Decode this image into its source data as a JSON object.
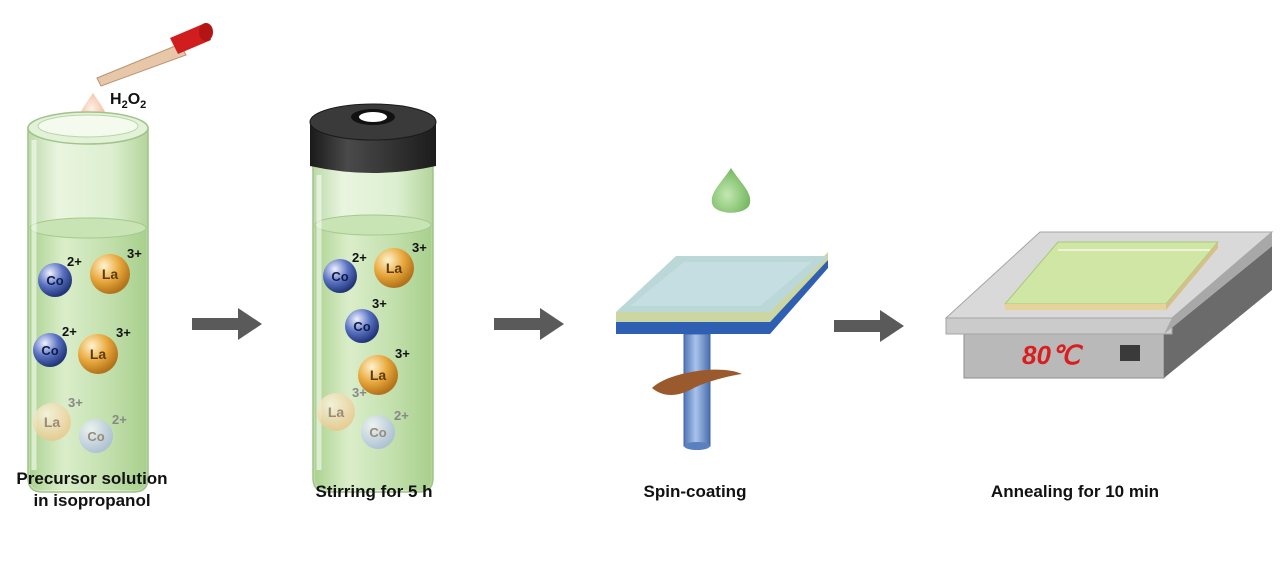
{
  "steps": [
    {
      "caption_line1": "Precursor solution",
      "caption_line2": "in isopropanol"
    },
    {
      "caption": "Stirring for 5 h"
    },
    {
      "caption": "Spin-coating"
    },
    {
      "caption": "Annealing for 10 min"
    }
  ],
  "reagent": {
    "base": "H",
    "sub1": "2",
    "mid": "O",
    "sub2": "2"
  },
  "ions": {
    "co": "Co",
    "la": "La",
    "co_charge_2": "2+",
    "co_charge_3": "3+",
    "la_charge": "3+"
  },
  "hotplate": {
    "temperature": "80℃"
  },
  "colors": {
    "glass": "#d4e9c6",
    "liquid": "#bfe0a4",
    "cap": "#2b2b2b",
    "arrow": "#5a5a5a",
    "la_ion": "#e4a23a",
    "co_ion": "#3e5aa8",
    "droplet": "#8fcc78",
    "substrate_blue": "#2f5fb3",
    "film": "#cfe6a5",
    "temperature_text": "#d81e1e"
  }
}
